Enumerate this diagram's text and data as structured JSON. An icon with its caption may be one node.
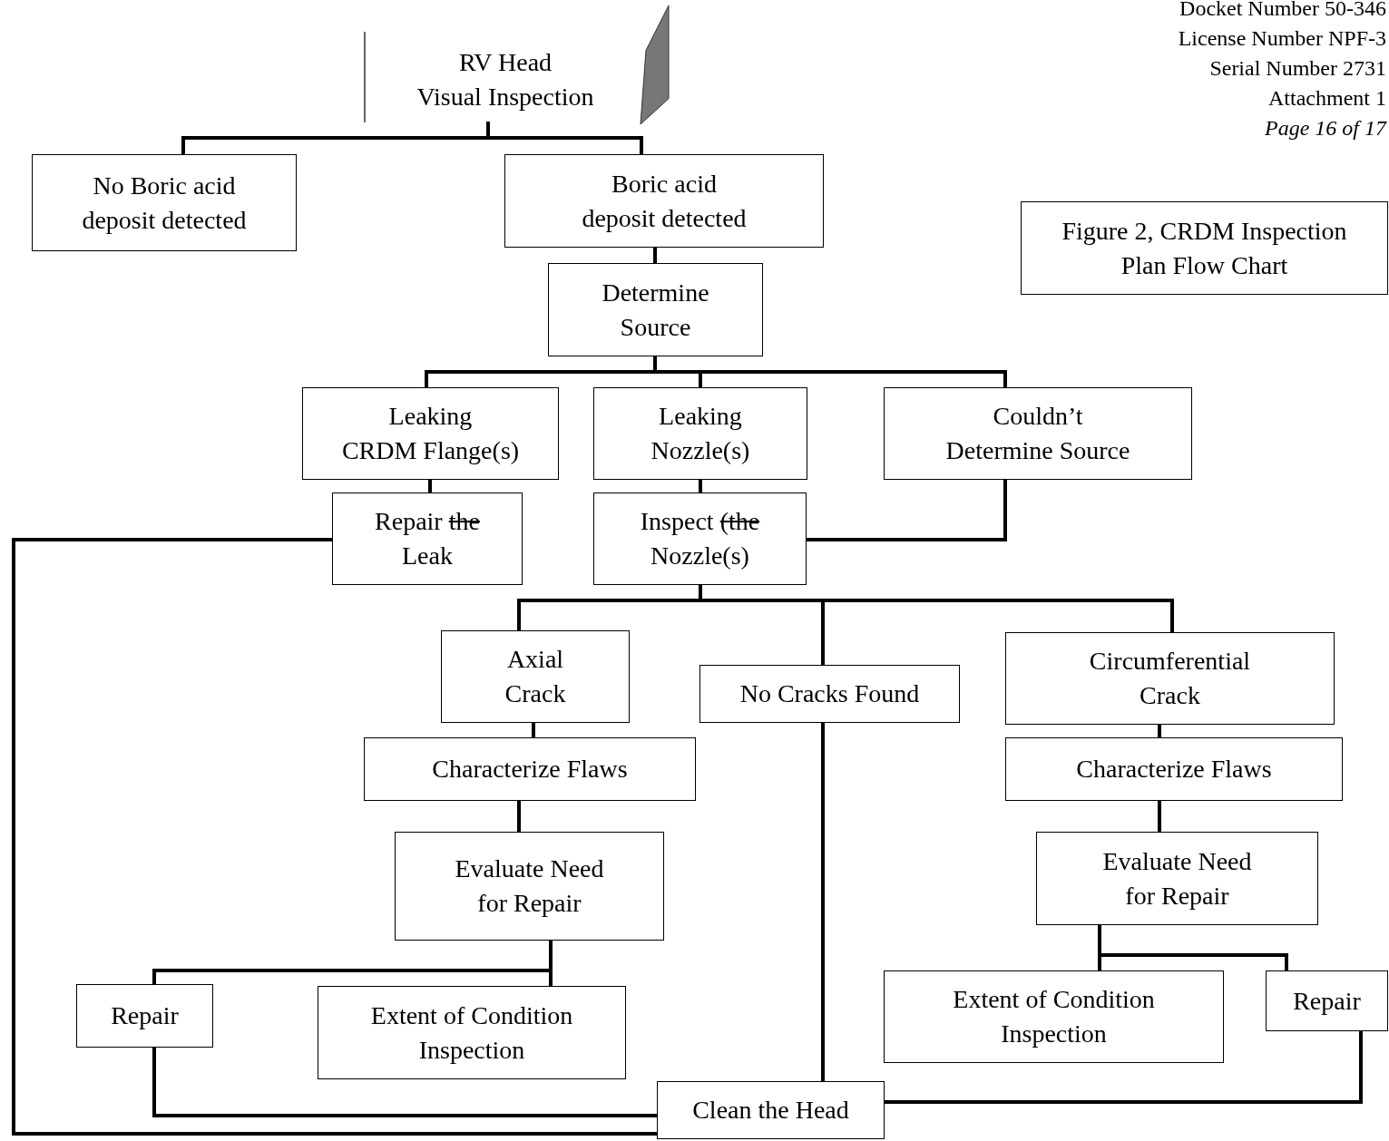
{
  "diagram": {
    "nodes": [
      {
        "text": [
          "RV Head Visual Inspection"
        ]
      },
      {
        "text": [
          "No Boric acid deposit detected"
        ]
      },
      {
        "text": [
          "Boric acid deposit detected"
        ]
      },
      {
        "text": [
          "Determine Source"
        ]
      },
      {
        "text": [
          "Leaking CRDM Flange(s)"
        ]
      },
      {
        "text": [
          "Leaking Nozzle(s)"
        ]
      },
      {
        "text": [
          "Couldn’t Determine Source"
        ]
      },
      {
        "text": [
          "Repair the Leak"
        ]
      },
      {
        "text": [
          "Inspect (the Nozzle(s)"
        ]
      },
      {
        "text": [
          "Axial Crack"
        ]
      },
      {
        "text": [
          "No Cracks Found"
        ]
      },
      {
        "text": [
          "Circumferential Crack"
        ]
      },
      {
        "text": [
          "Characterize Flaws"
        ]
      },
      {
        "text": [
          "Characterize Flaws"
        ]
      },
      {
        "text": [
          "Evaluate Need for Repair"
        ]
      },
      {
        "text": [
          "Evaluate Need for Repair"
        ]
      },
      {
        "text": [
          "Repair"
        ]
      },
      {
        "text": [
          "Extent of Condition Inspection"
        ]
      },
      {
        "text": [
          "Extent of Condition Inspection"
        ]
      },
      {
        "text": [
          "Repair"
        ]
      },
      {
        "text": [
          "Clean the Head"
        ]
      },
      {
        "text": [
          "Figure 2, CRDM Inspection Plan Flow Chart"
        ]
      },
      {
        "text": [],
        "shape": "parallelogram"
      }
    ],
    "edges": [
      {
        "from": 0,
        "to": 1,
        "arrow": "none"
      },
      {
        "from": 0,
        "to": 2,
        "arrow": "none"
      },
      {
        "from": 2,
        "to": 3,
        "arrow": "none"
      },
      {
        "from": 3,
        "to": 4,
        "arrow": "none"
      },
      {
        "from": 3,
        "to": 5,
        "arrow": "none"
      },
      {
        "from": 3,
        "to": 6,
        "arrow": "none"
      },
      {
        "from": 4,
        "to": 7,
        "arrow": "none"
      },
      {
        "from": 5,
        "to": 8,
        "arrow": "none"
      },
      {
        "from": 6,
        "to": 8,
        "arrow": "none"
      },
      {
        "from": 7,
        "to": 20,
        "arrow": "none"
      },
      {
        "from": 8,
        "to": 9,
        "arrow": "none"
      },
      {
        "from": 8,
        "to": 10,
        "arrow": "none"
      },
      {
        "from": 8,
        "to": 11,
        "arrow": "none"
      },
      {
        "from": 9,
        "to": 12,
        "arrow": "none"
      },
      {
        "from": 11,
        "to": 13,
        "arrow": "none"
      },
      {
        "from": 12,
        "to": 14,
        "arrow": "none"
      },
      {
        "from": 13,
        "to": 15,
        "arrow": "none"
      },
      {
        "from": 14,
        "to": 16,
        "arrow": "none"
      },
      {
        "from": 14,
        "to": 17,
        "arrow": "none"
      },
      {
        "from": 15,
        "to": 18,
        "arrow": "none"
      },
      {
        "from": 15,
        "to": 19,
        "arrow": "none"
      },
      {
        "from": 10,
        "to": 20,
        "arrow": "none"
      },
      {
        "from": 16,
        "to": 20,
        "arrow": "none"
      },
      {
        "from": 19,
        "to": 20,
        "arrow": "none"
      }
    ],
    "labels": [
      "Docket Number 50-346",
      "License Number NPF-3",
      "Serial Number 2731",
      "Attachment 1",
      "Page 16 of 17"
    ]
  }
}
